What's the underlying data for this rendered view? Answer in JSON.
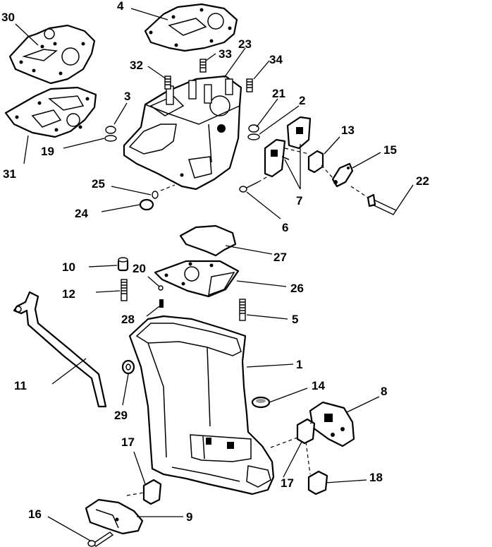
{
  "diagram": {
    "callouts": {
      "c1": "1",
      "c2": "2",
      "c3": "3",
      "c4": "4",
      "c5": "5",
      "c6": "6",
      "c7": "7",
      "c8": "8",
      "c9": "9",
      "c10": "10",
      "c11": "11",
      "c12": "12",
      "c13": "13",
      "c14": "14",
      "c15": "15",
      "c16": "16",
      "c17a": "17",
      "c17b": "17",
      "c18": "18",
      "c19": "19",
      "c20": "20",
      "c21": "21",
      "c22": "22",
      "c23": "23",
      "c24": "24",
      "c25": "25",
      "c26": "26",
      "c27": "27",
      "c28": "28",
      "c29": "29",
      "c30": "30",
      "c31": "31",
      "c32": "32",
      "c33": "33",
      "c34": "34"
    }
  }
}
